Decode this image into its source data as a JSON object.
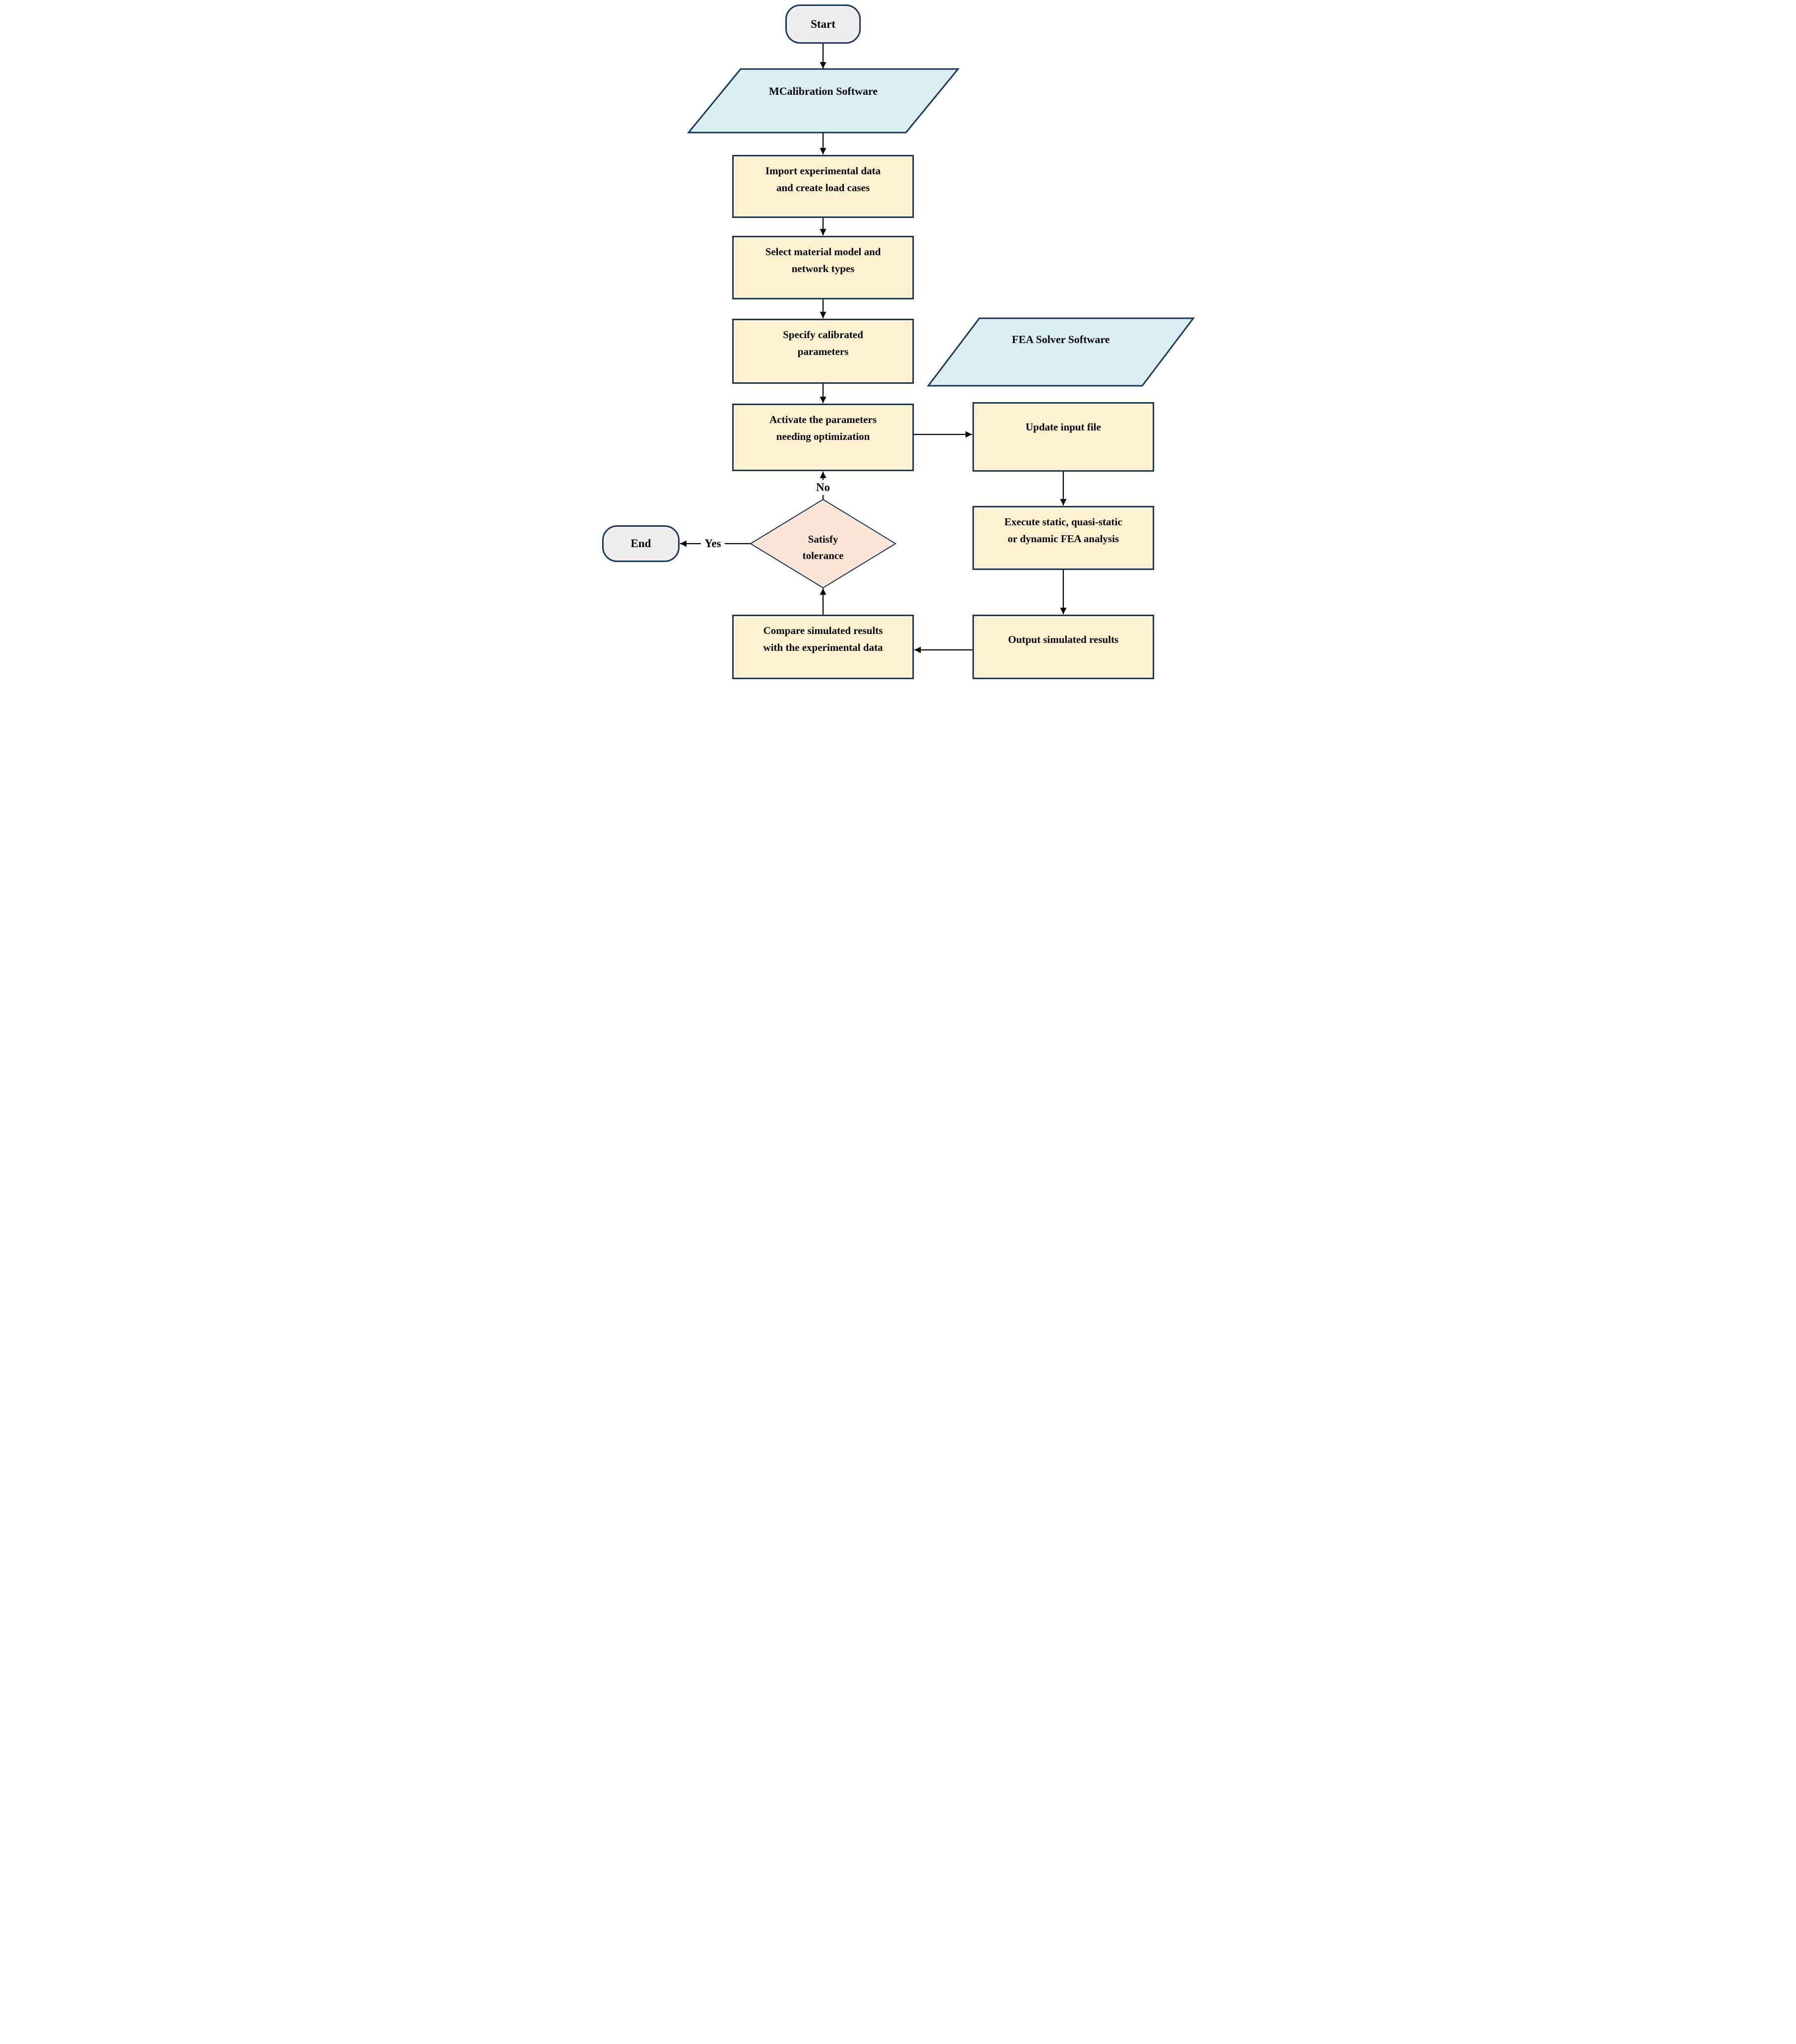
{
  "flowchart": {
    "nodes": {
      "start": {
        "shape": "terminator",
        "label": "Start"
      },
      "mcalibration_software": {
        "shape": "parallelogram",
        "label": "MCalibration Software"
      },
      "import_data": {
        "shape": "process",
        "lines": [
          "Import experimental data",
          "and create load cases"
        ]
      },
      "select_model": {
        "shape": "process",
        "lines": [
          "Select material model and",
          "network types"
        ]
      },
      "specify_parameters": {
        "shape": "process",
        "lines": [
          "Specify calibrated",
          "parameters"
        ]
      },
      "activate_parameters": {
        "shape": "process",
        "lines": [
          "Activate the parameters",
          "needing optimization"
        ]
      },
      "fea_solver_software": {
        "shape": "parallelogram",
        "label": "FEA Solver Software"
      },
      "update_input_file": {
        "shape": "process",
        "label": "Update input file"
      },
      "execute_fea": {
        "shape": "process",
        "lines": [
          "Execute static, quasi-static",
          "or dynamic FEA analysis"
        ]
      },
      "output_results": {
        "shape": "process",
        "label": "Output simulated results"
      },
      "compare_results": {
        "shape": "process",
        "lines": [
          "Compare simulated results",
          "with the experimental data"
        ]
      },
      "satisfy_tolerance": {
        "shape": "decision",
        "lines": [
          "Satisfy",
          "tolerance"
        ]
      },
      "end": {
        "shape": "terminator",
        "label": "End"
      }
    },
    "edges": [
      {
        "from": "start",
        "to": "mcalibration_software",
        "label": ""
      },
      {
        "from": "mcalibration_software",
        "to": "import_data",
        "label": ""
      },
      {
        "from": "import_data",
        "to": "select_model",
        "label": ""
      },
      {
        "from": "select_model",
        "to": "specify_parameters",
        "label": ""
      },
      {
        "from": "specify_parameters",
        "to": "activate_parameters",
        "label": ""
      },
      {
        "from": "activate_parameters",
        "to": "update_input_file",
        "label": ""
      },
      {
        "from": "update_input_file",
        "to": "execute_fea",
        "label": ""
      },
      {
        "from": "execute_fea",
        "to": "output_results",
        "label": ""
      },
      {
        "from": "output_results",
        "to": "compare_results",
        "label": ""
      },
      {
        "from": "compare_results",
        "to": "satisfy_tolerance",
        "label": ""
      },
      {
        "from": "satisfy_tolerance",
        "to": "activate_parameters",
        "label": "No"
      },
      {
        "from": "satisfy_tolerance",
        "to": "end",
        "label": "Yes"
      }
    ],
    "colors": {
      "process_fill": "#FDF1CF",
      "io_fill": "#DAEEF3",
      "decision_fill": "#FBE5D6",
      "terminator_fill": "#EFEFEF",
      "shape_border": "#17365D",
      "connector": "#000000"
    }
  }
}
